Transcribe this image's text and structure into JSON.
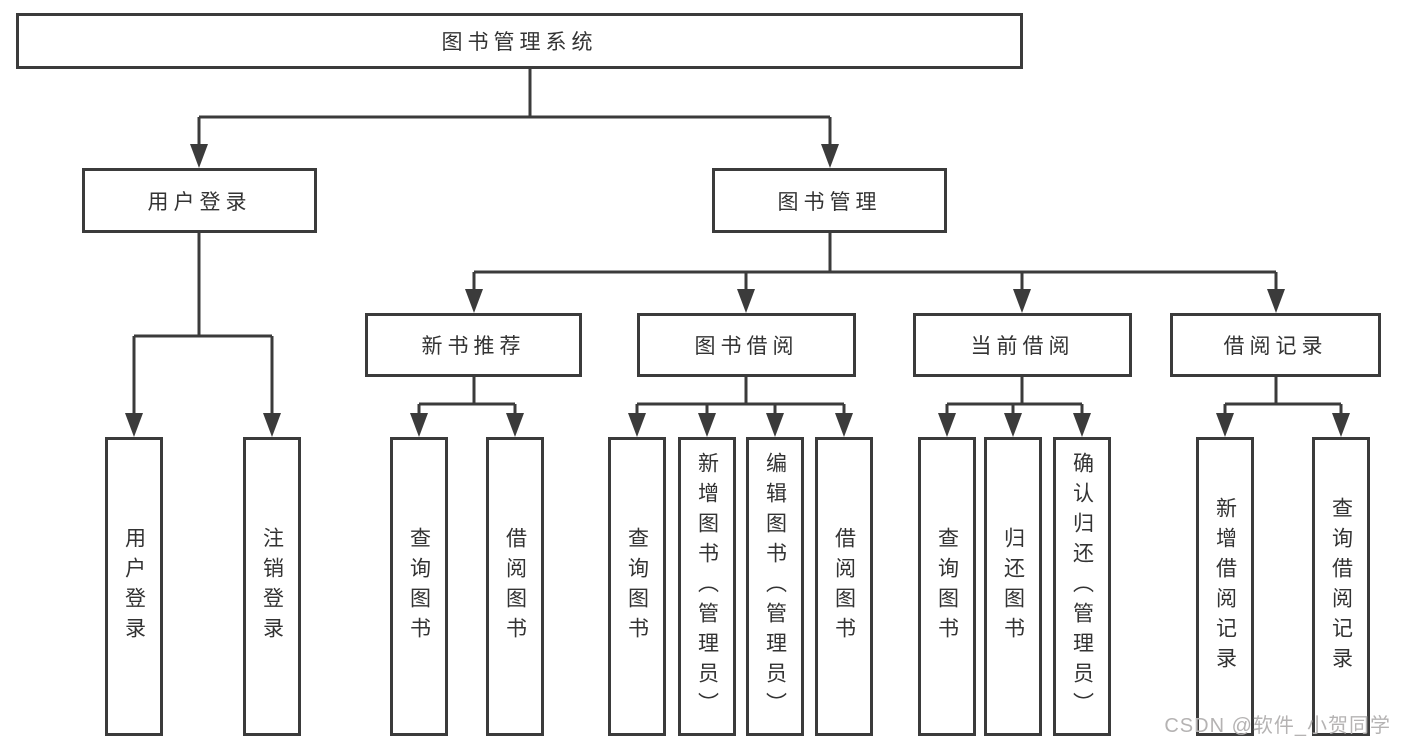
{
  "diagram": {
    "root": {
      "label": "图书管理系统"
    },
    "level1": [
      {
        "label": "用户登录",
        "children": [
          {
            "label": "用户登录"
          },
          {
            "label": "注销登录"
          }
        ]
      },
      {
        "label": "图书管理",
        "children": [
          {
            "label": "新书推荐",
            "children": [
              {
                "label": "查询图书"
              },
              {
                "label": "借阅图书"
              }
            ]
          },
          {
            "label": "图书借阅",
            "children": [
              {
                "label": "查询图书"
              },
              {
                "label": "新增图书（管理员）"
              },
              {
                "label": "编辑图书（管理员）"
              },
              {
                "label": "借阅图书"
              }
            ]
          },
          {
            "label": "当前借阅",
            "children": [
              {
                "label": "查询图书"
              },
              {
                "label": "归还图书"
              },
              {
                "label": "确认归还（管理员）"
              }
            ]
          },
          {
            "label": "借阅记录",
            "children": [
              {
                "label": "新增借阅记录"
              },
              {
                "label": "查询借阅记录"
              }
            ]
          }
        ]
      }
    ]
  },
  "watermark": {
    "text": "CSDN @软件_小贺同学"
  },
  "colors": {
    "line": "#3b3b3b",
    "text": "#333333",
    "box_background": "#ffffff",
    "watermark": "#b5b3b3"
  }
}
